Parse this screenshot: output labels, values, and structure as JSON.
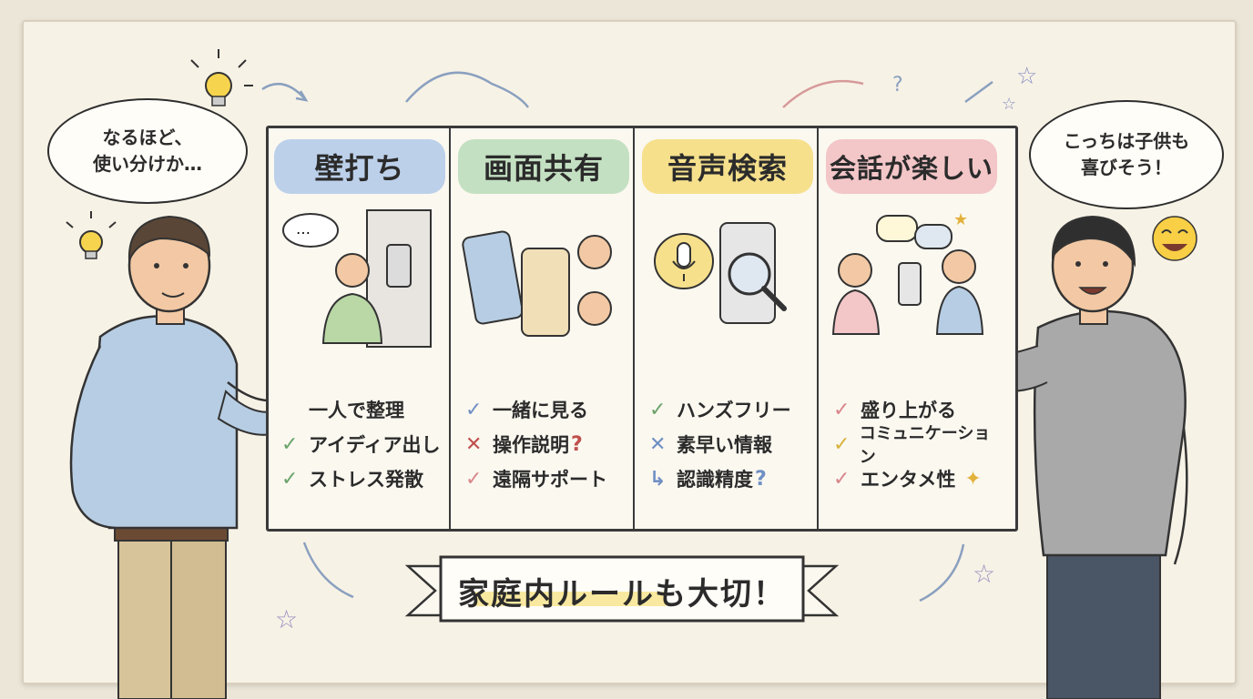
{
  "left_speech": {
    "line1": "なるほど、",
    "line2": "使い分けか…"
  },
  "right_speech": {
    "line1": "こっちは子供も",
    "line2": "喜びそう！"
  },
  "columns": [
    {
      "title": "壁打ち",
      "head_color": "#bcd0ea",
      "items": [
        {
          "mark": "",
          "text": "一人で整理",
          "suffix": ""
        },
        {
          "mark": "✓",
          "text": "アイディア出し",
          "suffix": ""
        },
        {
          "mark": "✓",
          "text": "ストレス発散",
          "suffix": ""
        }
      ]
    },
    {
      "title": "画面共有",
      "head_color": "#c4e0c2",
      "items": [
        {
          "mark": "✓",
          "text": "一緒に見る",
          "suffix": ""
        },
        {
          "mark": "✕",
          "text": "操作説明",
          "suffix": "?"
        },
        {
          "mark": "✓",
          "text": "遠隔サポート",
          "suffix": ""
        }
      ]
    },
    {
      "title": "音声検索",
      "head_color": "#f6e08c",
      "items": [
        {
          "mark": "✓",
          "text": "ハンズフリー",
          "suffix": ""
        },
        {
          "mark": "✕",
          "text": "素早い情報",
          "suffix": ""
        },
        {
          "mark": "↳",
          "text": "認識精度",
          "suffix": "?"
        }
      ]
    },
    {
      "title": "会話が楽しい",
      "head_color": "#f3c6c8",
      "items": [
        {
          "mark": "✓",
          "text": "盛り上がる",
          "suffix": ""
        },
        {
          "mark": "✓",
          "text": "コミュニケーション",
          "suffix": ""
        },
        {
          "mark": "✓",
          "text": "エンタメ性",
          "suffix": ""
        }
      ]
    }
  ],
  "banner": {
    "text": "家庭内ルールも大切！"
  },
  "colors": {
    "check_blue": "#6f8fc4",
    "check_green": "#6aa36a",
    "check_yellow": "#d7b23c",
    "check_pink": "#d9868a",
    "cross": "#c0504d",
    "question": "#c0504d",
    "highlight": "#f7e38a"
  },
  "icons": [
    "lightbulb-icon",
    "thought-bubble-icon",
    "microphone-icon",
    "magnifier-icon",
    "smartphone-icon",
    "chat-bubble-icon",
    "star-icon",
    "laughing-emoji-icon",
    "arrow-icon"
  ]
}
